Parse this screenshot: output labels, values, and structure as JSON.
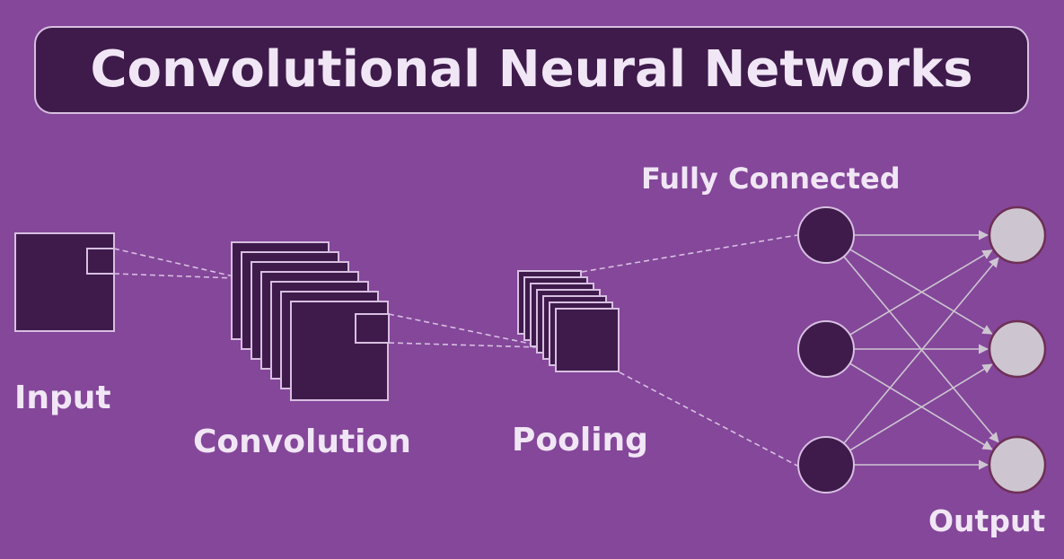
{
  "title": "Convolutional Neural Networks",
  "labels": {
    "input": "Input",
    "convolution": "Convolution",
    "pooling": "Pooling",
    "fully_connected": "Fully Connected",
    "output": "Output"
  },
  "colors": {
    "background": "#84479a",
    "dark_fill": "#3f1b4c",
    "outline": "#d8bfe1",
    "text": "#f1e6f5",
    "output_node": "#cdc6d1"
  },
  "network": {
    "hidden_nodes": 3,
    "output_nodes": 3,
    "conv_maps": 7,
    "pool_maps": 7
  }
}
